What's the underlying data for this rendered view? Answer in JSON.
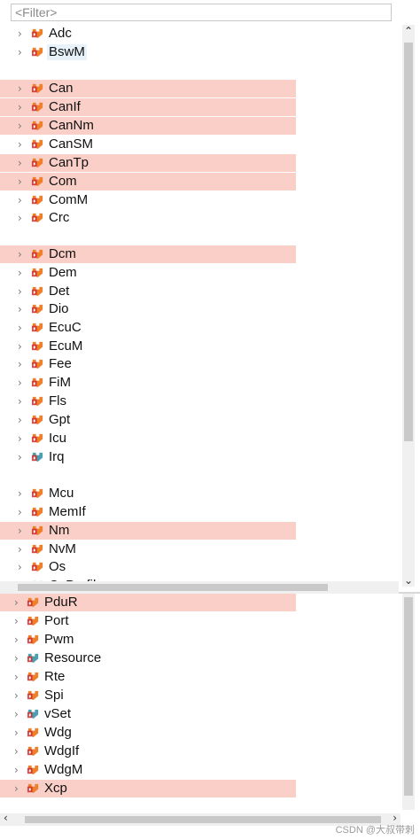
{
  "filter": {
    "placeholder": "<Filter>"
  },
  "colors": {
    "highlight": "#f9cfc7",
    "icon_orange": "#f07f2a",
    "icon_red": "#cc2d2d",
    "icon_teal": "#4aa0b0"
  },
  "tree_top": [
    {
      "label": "Adc",
      "icon": "module-icon",
      "highlight": false
    },
    {
      "label": "BswM",
      "icon": "module-icon",
      "highlight": false,
      "selected": true
    },
    {
      "label": "Can",
      "icon": "module-icon",
      "highlight": true
    },
    {
      "label": "CanIf",
      "icon": "module-icon",
      "highlight": true
    },
    {
      "label": "CanNm",
      "icon": "module-icon",
      "highlight": true
    },
    {
      "label": "CanSM",
      "icon": "module-icon",
      "highlight": false
    },
    {
      "label": "CanTp",
      "icon": "module-icon",
      "highlight": true
    },
    {
      "label": "Com",
      "icon": "module-icon",
      "highlight": true
    },
    {
      "label": "ComM",
      "icon": "module-icon",
      "highlight": false
    },
    {
      "label": "Crc",
      "icon": "module-icon",
      "highlight": false
    },
    {
      "label": "Dcm",
      "icon": "module-icon",
      "highlight": true
    },
    {
      "label": "Dem",
      "icon": "module-icon",
      "highlight": false
    },
    {
      "label": "Det",
      "icon": "module-icon",
      "highlight": false
    },
    {
      "label": "Dio",
      "icon": "module-icon",
      "highlight": false
    },
    {
      "label": "EcuC",
      "icon": "module-icon",
      "highlight": false
    },
    {
      "label": "EcuM",
      "icon": "module-icon",
      "highlight": false
    },
    {
      "label": "Fee",
      "icon": "module-icon",
      "highlight": false
    },
    {
      "label": "FiM",
      "icon": "module-icon",
      "highlight": false
    },
    {
      "label": "Fls",
      "icon": "module-icon",
      "highlight": false
    },
    {
      "label": "Gpt",
      "icon": "module-icon",
      "highlight": false
    },
    {
      "label": "Icu",
      "icon": "module-icon",
      "highlight": false
    },
    {
      "label": "Irq",
      "icon": "module-teal-icon",
      "highlight": false
    },
    {
      "label": "Mcu",
      "icon": "module-icon",
      "highlight": false
    },
    {
      "label": "MemIf",
      "icon": "module-icon",
      "highlight": false
    },
    {
      "label": "Nm",
      "icon": "module-icon",
      "highlight": true
    },
    {
      "label": "NvM",
      "icon": "module-icon",
      "highlight": false
    },
    {
      "label": "Os",
      "icon": "module-icon",
      "highlight": false
    },
    {
      "label": "OsProfiler",
      "icon": "module-teal-icon",
      "highlight": false
    }
  ],
  "tree_bottom": [
    {
      "label": "PduR",
      "icon": "module-icon",
      "highlight": true
    },
    {
      "label": "Port",
      "icon": "module-icon",
      "highlight": false
    },
    {
      "label": "Pwm",
      "icon": "module-icon",
      "highlight": false
    },
    {
      "label": "Resource",
      "icon": "module-teal-icon",
      "highlight": false
    },
    {
      "label": "Rte",
      "icon": "module-icon",
      "highlight": false
    },
    {
      "label": "Spi",
      "icon": "module-icon",
      "highlight": false
    },
    {
      "label": "vSet",
      "icon": "module-teal-icon",
      "highlight": false
    },
    {
      "label": "Wdg",
      "icon": "module-icon",
      "highlight": false
    },
    {
      "label": "WdgIf",
      "icon": "module-icon",
      "highlight": false
    },
    {
      "label": "WdgM",
      "icon": "module-icon",
      "highlight": false
    },
    {
      "label": "Xcp",
      "icon": "module-icon",
      "highlight": true
    }
  ],
  "watermark": "CSDN @大叔带刺"
}
